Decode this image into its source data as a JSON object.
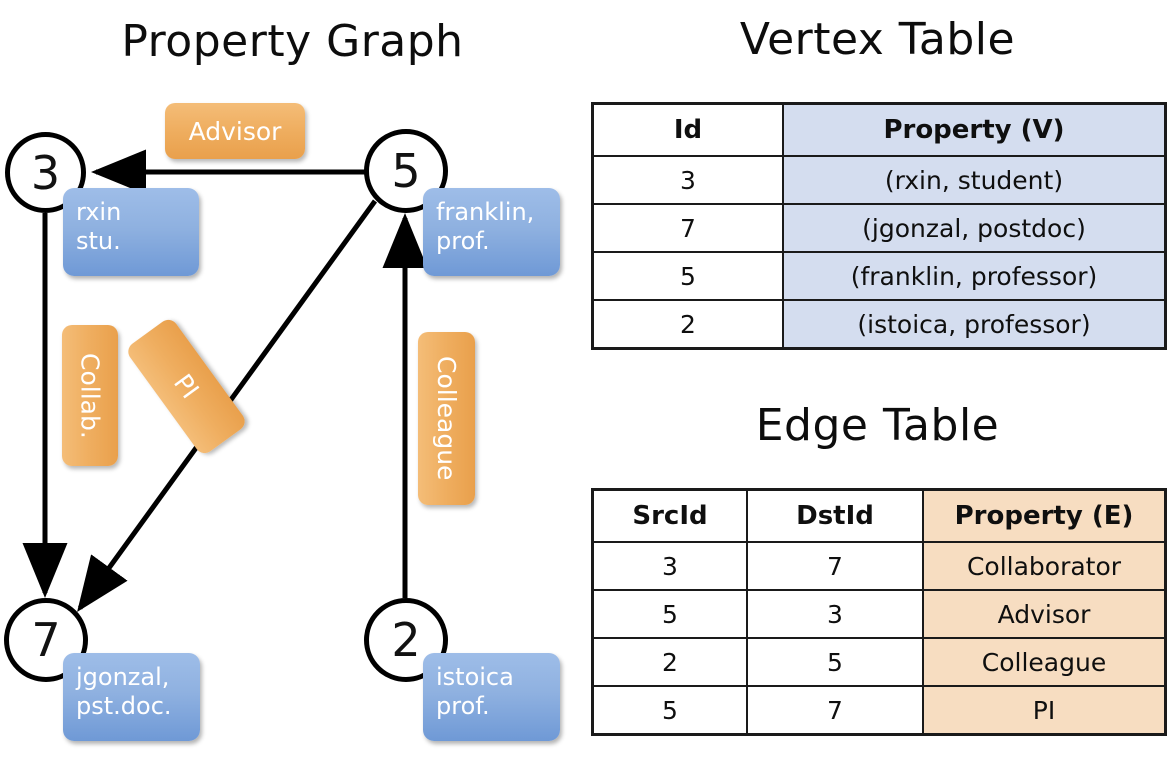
{
  "titles": {
    "graph": "Property Graph",
    "vertex_table": "Vertex Table",
    "edge_table": "Edge Table"
  },
  "colors": {
    "vertex_property_fill": "#d4ddef",
    "edge_property_fill": "#f7ddc1",
    "node_callout_blue": "#8fb1e0",
    "edge_label_orange": "#efae60",
    "stroke": "#000000",
    "background": "#ffffff"
  },
  "graph": {
    "nodes": [
      {
        "id": "3",
        "callout": [
          "rxin",
          "stu."
        ]
      },
      {
        "id": "5",
        "callout": [
          "franklin,",
          "prof."
        ]
      },
      {
        "id": "7",
        "callout": [
          "jgonzal,",
          "pst.doc."
        ]
      },
      {
        "id": "2",
        "callout": [
          "istoica",
          "prof."
        ]
      }
    ],
    "edges": [
      {
        "src": "5",
        "dst": "3",
        "label": "Advisor"
      },
      {
        "src": "3",
        "dst": "7",
        "label": "Collab."
      },
      {
        "src": "5",
        "dst": "7",
        "label": "PI"
      },
      {
        "src": "2",
        "dst": "5",
        "label": "Colleague"
      }
    ]
  },
  "vertex_table": {
    "headers": [
      "Id",
      "Property (V)"
    ],
    "rows": [
      [
        "3",
        "(rxin, student)"
      ],
      [
        "7",
        "(jgonzal, postdoc)"
      ],
      [
        "5",
        "(franklin, professor)"
      ],
      [
        "2",
        "(istoica, professor)"
      ]
    ]
  },
  "edge_table": {
    "headers": [
      "SrcId",
      "DstId",
      "Property (E)"
    ],
    "rows": [
      [
        "3",
        "7",
        "Collaborator"
      ],
      [
        "5",
        "3",
        "Advisor"
      ],
      [
        "2",
        "5",
        "Colleague"
      ],
      [
        "5",
        "7",
        "PI"
      ]
    ]
  }
}
